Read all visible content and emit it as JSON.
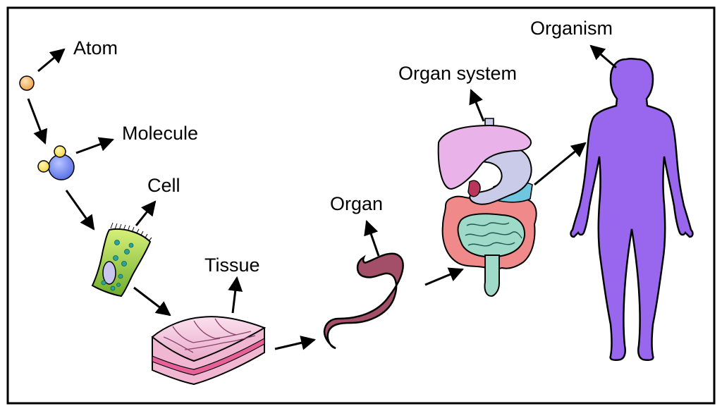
{
  "labels": {
    "atom": "Atom",
    "molecule": "Molecule",
    "cell": "Cell",
    "tissue": "Tissue",
    "organ": "Organ",
    "organ_system": "Organ system",
    "organism": "Organism"
  },
  "colors": {
    "frame": "#000000",
    "arrow": "#000000",
    "atom": "#f2a24a",
    "molecule_core": "#5a72e8",
    "molecule_small": "#f5d63a",
    "cell_body": "#9fd24a",
    "cell_nucleus": "#c9c6f0",
    "cell_dots": "#2aa39a",
    "tissue_top": "#f2c2d8",
    "tissue_band": "#e8609a",
    "stomach": "#a34f6a",
    "liver": "#e9b3ea",
    "stomach_sys": "#c9cbe8",
    "pancreas": "#6ec6e0",
    "large_intestine": "#f08a8a",
    "small_intestine": "#9fd9c8",
    "organism": "#9966ee"
  },
  "icons": [
    "atom-icon",
    "molecule-icon",
    "cell-icon",
    "tissue-icon",
    "stomach-icon",
    "digestive-system-icon",
    "human-body-icon"
  ]
}
